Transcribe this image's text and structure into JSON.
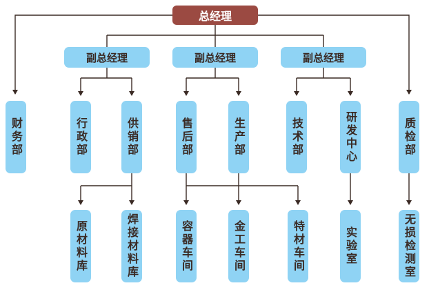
{
  "org_chart": {
    "top": {
      "label": "总经理"
    },
    "vice_presidents": [
      {
        "label": "副总经理"
      },
      {
        "label": "副总经理"
      },
      {
        "label": "副总经理"
      }
    ],
    "departments": [
      {
        "label": "财务部"
      },
      {
        "label": "行政部"
      },
      {
        "label": "供销部"
      },
      {
        "label": "售后部"
      },
      {
        "label": "生产部"
      },
      {
        "label": "技术部"
      },
      {
        "label": "研发中心"
      },
      {
        "label": "质检部"
      }
    ],
    "sub_units": [
      {
        "label": "原材料库"
      },
      {
        "label": "焊接材料库"
      },
      {
        "label": "容器车间"
      },
      {
        "label": "金工车间"
      },
      {
        "label": "特材车间"
      },
      {
        "label": "实验室"
      },
      {
        "label": "无损检测室"
      }
    ]
  },
  "colors": {
    "top_box": "#9b4a42",
    "box": "#8fd3f4",
    "connector": "#3a2a24"
  }
}
